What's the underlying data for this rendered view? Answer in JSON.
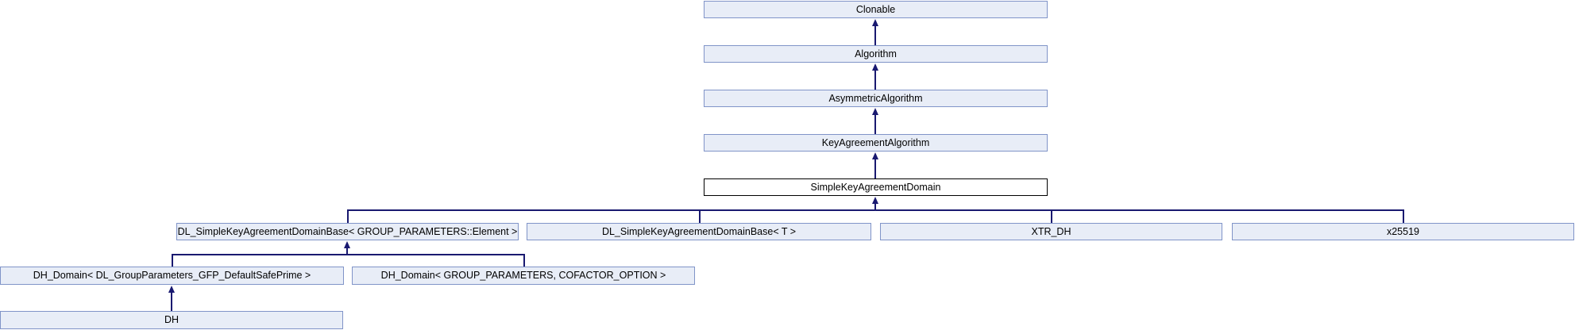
{
  "diagram": {
    "type": "class-inheritance-graph",
    "current_class": "SimpleKeyAgreementDomain",
    "colors": {
      "node_fill": "#e8edf7",
      "node_border": "#8094c8",
      "current_fill": "#ffffff",
      "current_border": "#000000",
      "edge": "#191970",
      "text": "#000000"
    }
  },
  "nodes": [
    {
      "label": "Clonable"
    },
    {
      "label": "Algorithm"
    },
    {
      "label": "AsymmetricAlgorithm"
    },
    {
      "label": "KeyAgreementAlgorithm"
    },
    {
      "label": "SimpleKeyAgreementDomain"
    },
    {
      "label": "DL_SimpleKeyAgreementDomainBase< GROUP_PARAMETERS::Element >"
    },
    {
      "label": "DL_SimpleKeyAgreementDomainBase< T >"
    },
    {
      "label": "XTR_DH"
    },
    {
      "label": "x25519"
    },
    {
      "label": "DH_Domain< DL_GroupParameters_GFP_DefaultSafePrime >"
    },
    {
      "label": "DH_Domain< GROUP_PARAMETERS, COFACTOR_OPTION >"
    },
    {
      "label": "DH"
    }
  ],
  "edges": [
    {
      "from": "Algorithm",
      "to": "Clonable"
    },
    {
      "from": "AsymmetricAlgorithm",
      "to": "Algorithm"
    },
    {
      "from": "KeyAgreementAlgorithm",
      "to": "AsymmetricAlgorithm"
    },
    {
      "from": "SimpleKeyAgreementDomain",
      "to": "KeyAgreementAlgorithm"
    },
    {
      "from": "DL_SimpleKeyAgreementDomainBase< GROUP_PARAMETERS::Element >",
      "to": "SimpleKeyAgreementDomain"
    },
    {
      "from": "DL_SimpleKeyAgreementDomainBase< T >",
      "to": "SimpleKeyAgreementDomain"
    },
    {
      "from": "XTR_DH",
      "to": "SimpleKeyAgreementDomain"
    },
    {
      "from": "x25519",
      "to": "SimpleKeyAgreementDomain"
    },
    {
      "from": "DH_Domain< DL_GroupParameters_GFP_DefaultSafePrime >",
      "to": "DL_SimpleKeyAgreementDomainBase< GROUP_PARAMETERS::Element >"
    },
    {
      "from": "DH_Domain< GROUP_PARAMETERS, COFACTOR_OPTION >",
      "to": "DL_SimpleKeyAgreementDomainBase< GROUP_PARAMETERS::Element >"
    },
    {
      "from": "DH",
      "to": "DH_Domain< DL_GroupParameters_GFP_DefaultSafePrime >"
    }
  ]
}
